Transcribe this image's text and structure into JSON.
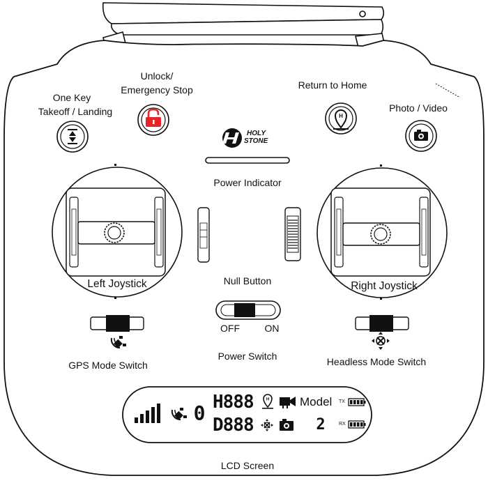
{
  "labels": {
    "one_key_line1": "One Key",
    "one_key_line2": "Takeoff / Landing",
    "unlock_line1": "Unlock/",
    "unlock_line2": "Emergency Stop",
    "return_home": "Return to Home",
    "photo_video": "Photo / Video",
    "power_indicator": "Power Indicator",
    "left_joystick": "Left Joystick",
    "right_joystick": "Right Joystick",
    "null_button": "Null Button",
    "off": "OFF",
    "on": "ON",
    "power_switch": "Power Switch",
    "gps_switch": "GPS Mode Switch",
    "headless_switch": "Headless Mode Switch",
    "lcd_screen": "LCD Screen"
  },
  "brand": {
    "line1": "HOLY",
    "line2": "STONE"
  },
  "lcd": {
    "digit_zero": "0",
    "row1_value": "H888",
    "row2_value": "D888",
    "model_label": "Model",
    "model_number": "2",
    "tx_label": "TX",
    "rx_label": "RX"
  },
  "colors": {
    "unlock_button": "#e8242b",
    "outline": "#111111"
  },
  "icons": {
    "takeoff": "takeoff-landing-icon",
    "unlock": "padlock-icon",
    "home": "home-pin-icon",
    "camera": "camera-icon",
    "gps": "satellite-icon",
    "headless": "headless-icon"
  }
}
